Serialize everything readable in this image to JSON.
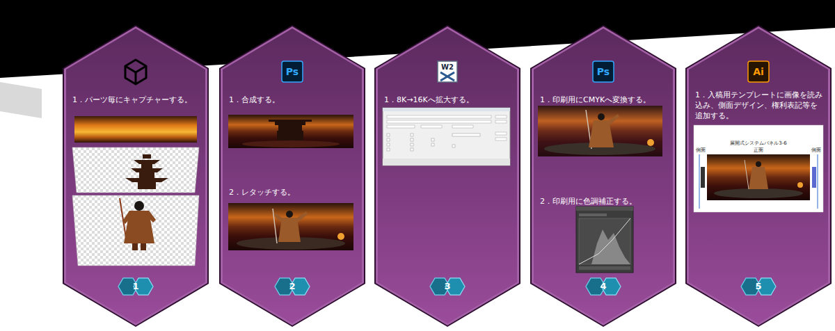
{
  "diagram": {
    "nodes": [
      {
        "text": [
          "1．パーツ毎にキャプチャーする。"
        ]
      },
      {
        "text": [
          "1"
        ],
        "in": 0
      },
      {
        "text": [
          "1．合成する。",
          "2．レタッチする。"
        ]
      },
      {
        "text": [
          "2"
        ],
        "in": 2
      },
      {
        "text": [
          "1．8K→16Kへ拡大する。"
        ]
      },
      {
        "text": [
          "3"
        ],
        "in": 4
      },
      {
        "text": [
          "1．印刷用にCMYKへ変換する。",
          "2．印刷用に色調補正する。"
        ]
      },
      {
        "text": [
          "4"
        ],
        "in": 6
      },
      {
        "text": [
          "1．入稿用テンプレートに画像を読み込み、側面デザイン、権利表記等を追加する。"
        ]
      },
      {
        "text": [
          "5"
        ],
        "in": 8
      }
    ],
    "labels": [
      "Ps",
      "W2",
      "Ps",
      "Ai",
      "展開式システムパネル3-6",
      "側面",
      "正面",
      "側面"
    ]
  }
}
